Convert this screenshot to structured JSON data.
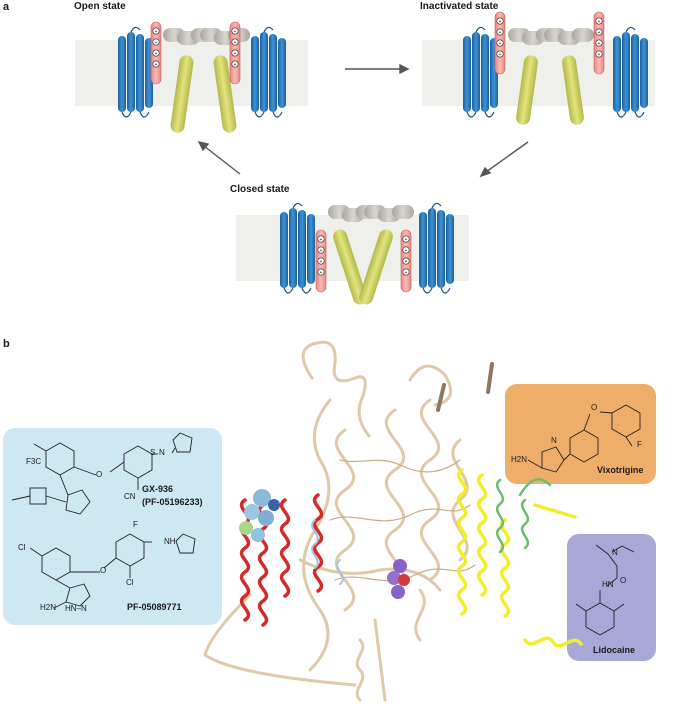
{
  "panel_a": {
    "letter": "a",
    "states": {
      "open": "Open state",
      "inactivated": "Inactivated state",
      "closed": "Closed state"
    }
  },
  "panel_b": {
    "letter": "b",
    "compounds": {
      "gx936": "GX-936",
      "gx936_alt": "(PF-05196233)",
      "pf05089771": "PF-05089771",
      "vixotrigine": "Vixotrigine",
      "lidocaine": "Lidocaine"
    },
    "atoms": {
      "f3c": "F3C",
      "cn": "CN",
      "cl1": "Cl",
      "cl2": "Cl",
      "f_gx": "F",
      "h2n": "H2N",
      "hn_n": "HN–N",
      "s_so2": "S",
      "o_a": "O",
      "o_b": "O",
      "n_h": "N",
      "h": "H",
      "nh": "NH",
      "vixo_f": "F",
      "vixo_o": "O",
      "vixo_h2n": "H2N",
      "vixo_n": "N",
      "vixo_h": "H",
      "lido_n": "N",
      "lido_hn": "HN",
      "lido_o": "O"
    },
    "colors": {
      "cyan_card": "#cde8f3",
      "orange_card": "#eeae6a",
      "purple_card": "#a8a8d8",
      "helix_blue": "#2f7fc1",
      "helix_pink": "#f5a9a4",
      "helix_gray": "#c9c5bf",
      "helix_yellow": "#d6d96a",
      "membrane": "#efefec",
      "ribbon_tan": "#dfc9a6",
      "ribbon_red": "#d42a2a",
      "ribbon_yellow": "#f2ee2b",
      "ribbon_green": "#6dbd6a"
    }
  }
}
